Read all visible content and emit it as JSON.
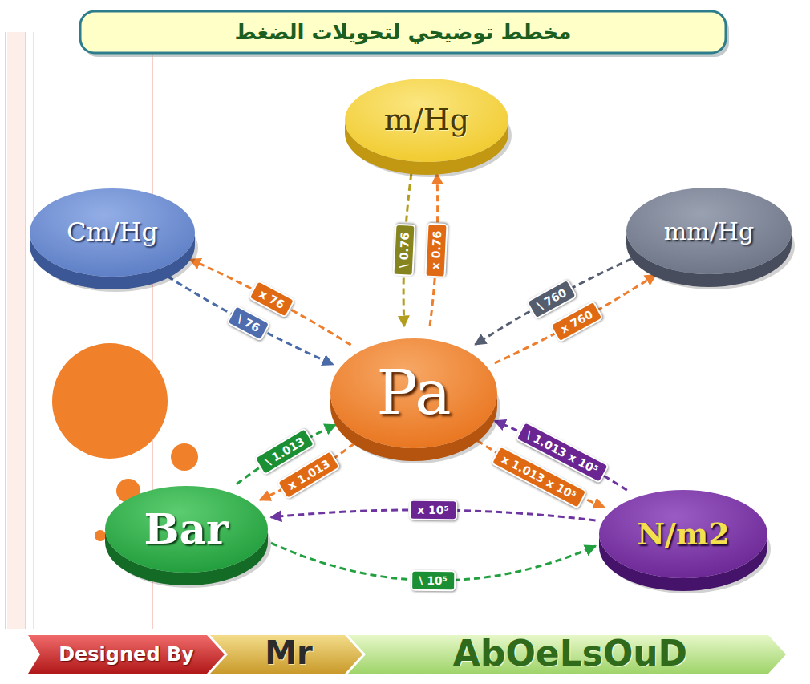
{
  "diagram": {
    "title": "مخطط توضيحي لتحويلات الضغط",
    "nodes": [
      {
        "text": [
          "m/Hg"
        ]
      },
      {
        "text": [
          "Cm/Hg"
        ]
      },
      {
        "text": [
          "mm/Hg"
        ]
      },
      {
        "text": [
          "Pa"
        ]
      },
      {
        "text": [
          "Bar"
        ]
      },
      {
        "text": [
          "N/m2"
        ]
      }
    ],
    "edges": [
      {
        "from": 0,
        "to": 3,
        "label": "\\ 0.76",
        "arrow": "to"
      },
      {
        "from": 3,
        "to": 0,
        "label": "x 0.76",
        "arrow": "to"
      },
      {
        "from": 3,
        "to": 1,
        "label": "x 76",
        "arrow": "to"
      },
      {
        "from": 1,
        "to": 3,
        "label": "\\ 76",
        "arrow": "to"
      },
      {
        "from": 2,
        "to": 3,
        "label": "\\ 760",
        "arrow": "to"
      },
      {
        "from": 3,
        "to": 2,
        "label": "x 760",
        "arrow": "to"
      },
      {
        "from": 4,
        "to": 3,
        "label": "\\ 1.013",
        "arrow": "to"
      },
      {
        "from": 3,
        "to": 4,
        "label": "x 1.013",
        "arrow": "to"
      },
      {
        "from": 5,
        "to": 3,
        "label": "\\ 1.013 x 10⁵",
        "arrow": "to"
      },
      {
        "from": 3,
        "to": 5,
        "label": "x 1.013 x 10⁵",
        "arrow": "to"
      },
      {
        "from": 5,
        "to": 4,
        "label": "x 10⁵",
        "arrow": "to"
      },
      {
        "from": 4,
        "to": 5,
        "label": "\\ 10⁵",
        "arrow": "to"
      }
    ],
    "labels": [
      "Designed By",
      "Mr",
      "AbOeLsOuD"
    ]
  }
}
